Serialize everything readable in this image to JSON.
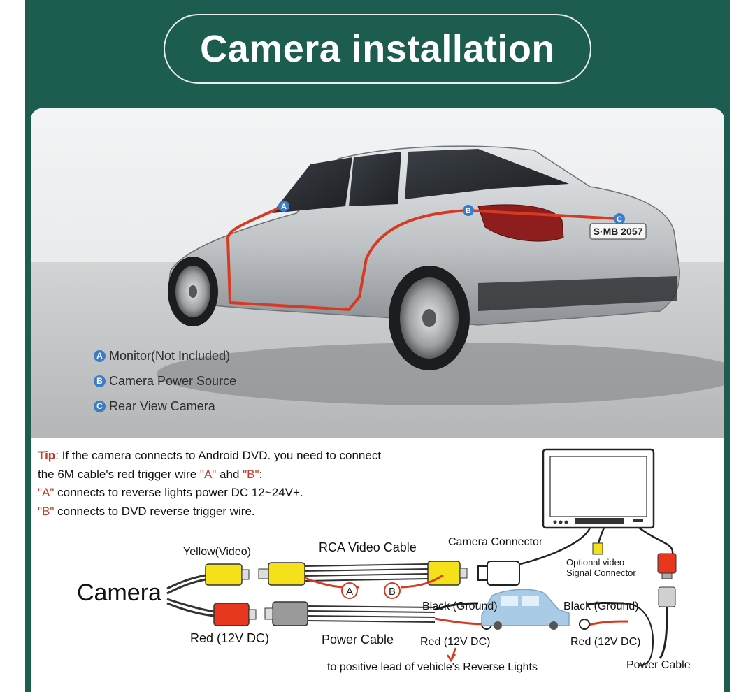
{
  "title": "Camera installation",
  "photo": {
    "plate": "S·MB 2057",
    "points": {
      "a": "A",
      "b": "B",
      "c": "C"
    }
  },
  "legend": [
    {
      "badge": "A",
      "label": "Monitor(Not Included)"
    },
    {
      "badge": "B",
      "label": "Camera Power Source"
    },
    {
      "badge": "C",
      "label": "Rear View Camera"
    }
  ],
  "tip": {
    "label": "Tip",
    "line1": ": If the camera connects to Android DVD. you need to connect",
    "line2_pre": "the 6M cable's red trigger wire ",
    "line2_a": "\"A\"",
    "line2_mid": " ahd ",
    "line2_b": "\"B\"",
    "line2_post": ":",
    "line3_q": "\"A\"",
    "line3_text": " connects to reverse lights power DC 12~24V+.",
    "line4_q": "\"B\"",
    "line4_text": " connects to DVD reverse trigger wire."
  },
  "diagram": {
    "camera": "Camera",
    "yellow_video": "Yellow(Video)",
    "rca_cable": "RCA Video Cable",
    "camera_connector": "Camera Connector",
    "optional_line1": "Optional video",
    "optional_line2": "Signal Connector",
    "wire_a": "A",
    "wire_b": "B",
    "red_12v_left": "Red (12V DC)",
    "power_cable_mid": "Power Cable",
    "black_ground_1": "Black (Ground)",
    "red_12v_mid": "Red (12V DC)",
    "black_ground_2": "Black (Ground)",
    "red_12v_right": "Red (12V DC)",
    "power_cable_right": "Power Cable",
    "reverse_lights_note": "to positive lead of vehicle's Reverse Lights"
  },
  "colors": {
    "frame": "#1c5d4f",
    "wire_red": "#d63a22",
    "badge_blue": "#3a7cc8",
    "connector_yellow": "#f5e11a",
    "connector_red": "#e8371f",
    "tip_red": "#c0392b"
  }
}
